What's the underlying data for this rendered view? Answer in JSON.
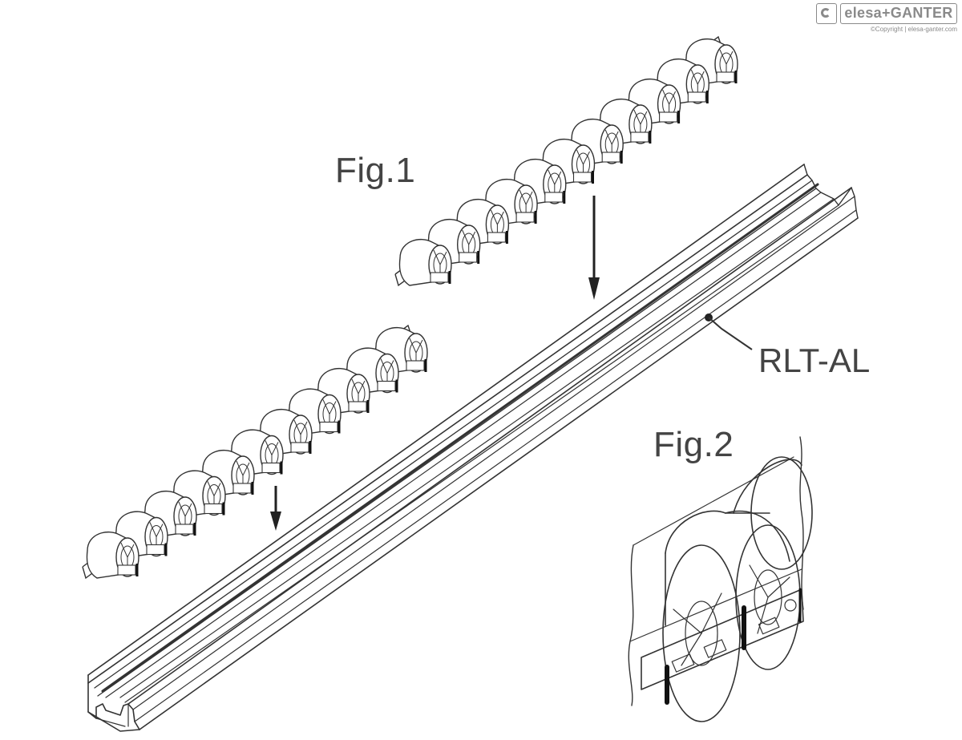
{
  "figures": {
    "fig1_label": "Fig.1",
    "fig2_label": "Fig.2"
  },
  "callout": {
    "part_label": "RLT-AL"
  },
  "logo": {
    "brand": "elesa+GANTER",
    "copyright": "©Copyright | elesa-ganter.com"
  },
  "colors": {
    "line": "#333333",
    "light_line": "#777777",
    "text": "#444444",
    "logo": "#8a8a8a"
  },
  "rollers": {
    "upper_count": 11,
    "lower_count": 11
  }
}
